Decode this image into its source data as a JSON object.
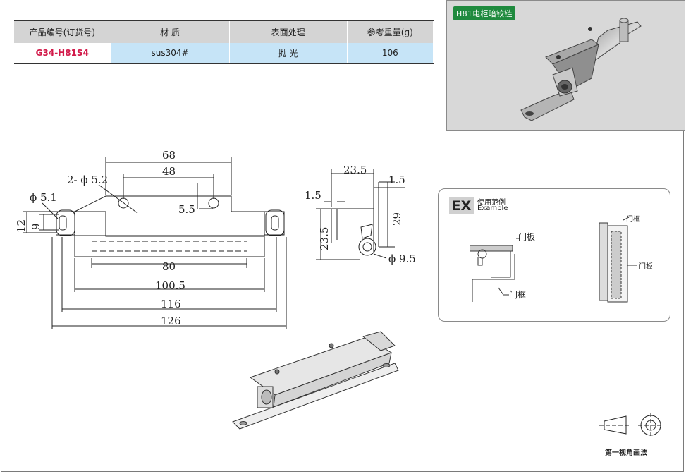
{
  "spec_table": {
    "headers": [
      "产品编号(订货号)",
      "材 质",
      "表面处理",
      "参考重量(g)"
    ],
    "row": [
      "G34-H81S4",
      "sus304#",
      "抛 光",
      "106"
    ]
  },
  "photo": {
    "tag": "H81电柜暗铰链"
  },
  "front_view": {
    "dim_68": "68",
    "dim_48": "48",
    "dim_hole2": "2- ϕ 5.2",
    "dim_55": "5.5",
    "dim_hole1": "ϕ 5.1",
    "dim_12": "12",
    "dim_9": "9",
    "dim_80": "80",
    "dim_1005": "100.5",
    "dim_116": "116",
    "dim_126": "126"
  },
  "side_view": {
    "dim_235_top": "23.5",
    "dim_15_left": "1.5",
    "dim_15_right": "1.5",
    "dim_235_left": "23.5",
    "dim_29": "29",
    "dim_95": "ϕ 9.5"
  },
  "example": {
    "badge": "EX",
    "title_cn": "使用范例",
    "title_en": "Example",
    "label_door": "门板",
    "label_frame": "门框",
    "label_frame_2": "门框",
    "label_door_2": "门板"
  },
  "projection": {
    "label": "第一视角画法"
  },
  "colors": {
    "header_bg": "#d4d4d4",
    "row_bg": "#c6e4f7",
    "code_text": "#d21a4a",
    "tag_bg": "#1f8a3e"
  }
}
